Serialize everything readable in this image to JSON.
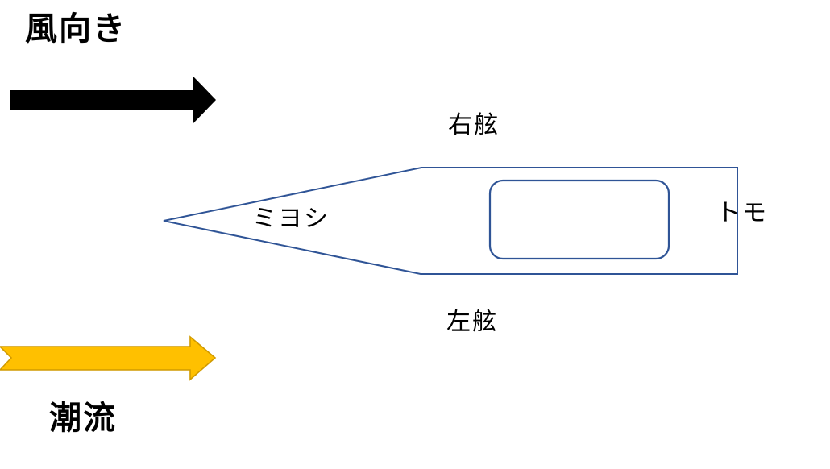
{
  "labels": {
    "wind": "風向き",
    "current": "潮流",
    "starboard": "右舷",
    "port": "左舷",
    "bow": "ミヨシ",
    "stern": "トモ"
  },
  "colors": {
    "background": "#FFFFFF",
    "wind_arrow": "#000000",
    "current_arrow_fill": "#FFC000",
    "current_arrow_stroke": "#D09A00",
    "boat_outline": "#2F5496",
    "label_text": "#000000"
  }
}
